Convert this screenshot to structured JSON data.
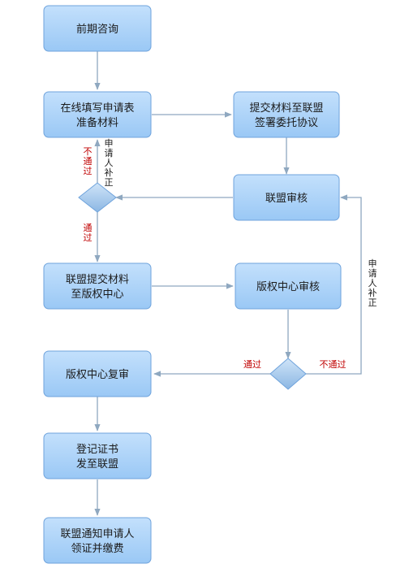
{
  "nodes": {
    "consult": [
      "前期咨询"
    ],
    "fill_form": [
      "在线填写申请表",
      "准备材料"
    ],
    "submit_alliance": [
      "提交材料至联盟",
      "签署委托协议"
    ],
    "alliance_review": [
      "联盟审核"
    ],
    "submit_copyright": [
      "联盟提交材料",
      "至版权中心"
    ],
    "copyright_review": [
      "版权中心审核"
    ],
    "copyright_recheck": [
      "版权中心复审"
    ],
    "issue_cert": [
      "登记证书",
      "发至联盟"
    ],
    "notify": [
      "联盟通知申请人",
      "领证并缴费"
    ]
  },
  "labels": {
    "fail_1": "不通过",
    "supplement_1": "申请人补正",
    "pass_1": "通过",
    "pass_2": "通过",
    "fail_2": "不通过",
    "supplement_2": "申请人补正"
  },
  "colors": {
    "node_fill_top": "#bcdcfb",
    "node_fill_bottom": "#9ccaf6",
    "node_stroke": "#6fa3dc",
    "edge": "#8fa8c0",
    "fail_text": "#c00000"
  }
}
